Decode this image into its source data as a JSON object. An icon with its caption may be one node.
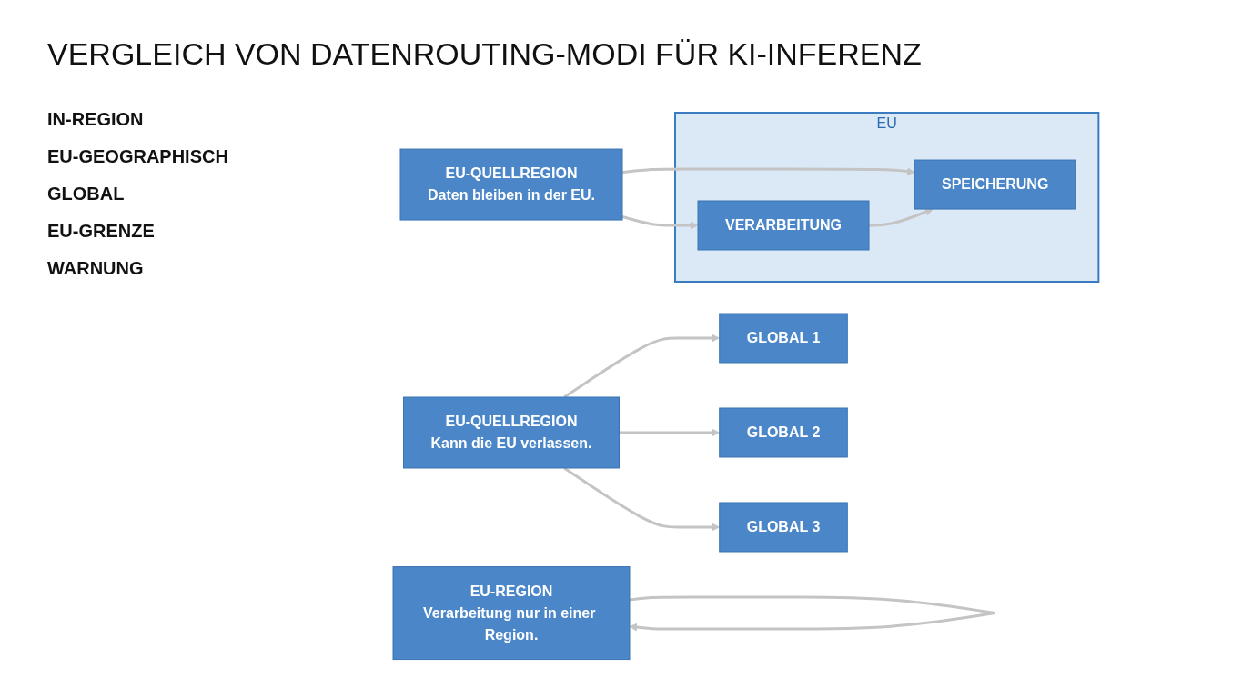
{
  "diagram": {
    "title": "VERGLEICH VON DATENROUTING-MODI FÜR KI-INFERENZ",
    "nodes": [
      {
        "text": [
          "EU-REGION",
          "Verarbeitung nur in einer Region."
        ]
      },
      {
        "text": [
          "EU-QUELLREGION",
          "Daten bleiben in der EU."
        ]
      },
      {
        "text": [
          "EU"
        ]
      },
      {
        "text": [
          "VERARBEITUNG"
        ],
        "in": 2
      },
      {
        "text": [
          "SPEICHERUNG"
        ],
        "in": 2
      },
      {
        "text": [
          "EU-QUELLREGION",
          "Kann die EU verlassen."
        ]
      },
      {
        "text": [
          "GLOBAL 1"
        ]
      },
      {
        "text": [
          "GLOBAL 2"
        ]
      },
      {
        "text": [
          "GLOBAL 3"
        ]
      }
    ],
    "edges": [
      {
        "from": 0,
        "to": 0,
        "arrow": "to"
      },
      {
        "from": 1,
        "to": 3,
        "arrow": "to"
      },
      {
        "from": 1,
        "to": 4,
        "arrow": "to"
      },
      {
        "from": 3,
        "to": 4,
        "arrow": "to"
      },
      {
        "from": 5,
        "to": 6,
        "arrow": "to"
      },
      {
        "from": 5,
        "to": 7,
        "arrow": "to"
      },
      {
        "from": 5,
        "to": 8,
        "arrow": "to"
      }
    ],
    "labels": [
      "IN-REGION",
      "EU-GEOGRAPHISCH",
      "GLOBAL",
      "EU-GRENZE",
      "WARNUNG"
    ]
  }
}
